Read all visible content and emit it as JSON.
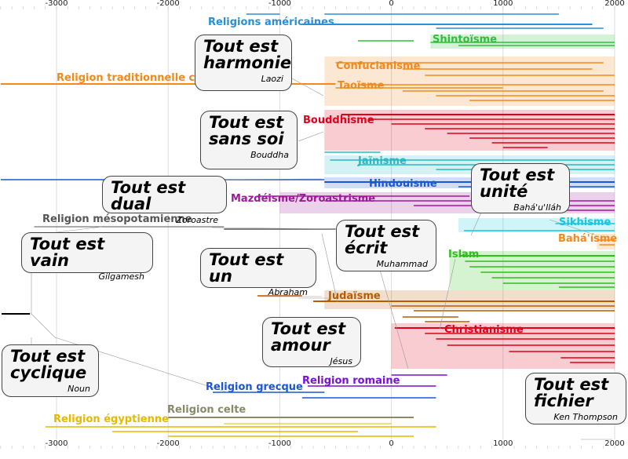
{
  "axis": {
    "major_ticks": [
      -3000,
      -2000,
      -1000,
      0,
      1000,
      2000
    ],
    "year_min": -3500,
    "year_max": 2000
  },
  "religions": [
    {
      "name": "Religions américaines",
      "color": "#2a8fd6"
    },
    {
      "name": "Shintoïsme",
      "color": "#2fbf3a"
    },
    {
      "name": "Confucianisme",
      "color": "#f08a1c"
    },
    {
      "name": "Religion traditionnelle chinoise",
      "color": "#f08a1c"
    },
    {
      "name": "Taoïsme",
      "color": "#f08a1c"
    },
    {
      "name": "Bouddhisme",
      "color": "#e0001a"
    },
    {
      "name": "Jaïnisme",
      "color": "#2ab7c4"
    },
    {
      "name": "Hindouisme",
      "color": "#1a56d6"
    },
    {
      "name": "Mazdéisme/Zoroastrisme",
      "color": "#a0189a"
    },
    {
      "name": "Religion mésopotamienne",
      "color": "#555555"
    },
    {
      "name": "Sikhisme",
      "color": "#19c6e0"
    },
    {
      "name": "Bahá'ísme",
      "color": "#f08a1c"
    },
    {
      "name": "Islam",
      "color": "#2fbf1a"
    },
    {
      "name": "Judaïsme",
      "color": "#b85c00"
    },
    {
      "name": "Christianisme",
      "color": "#e0001a"
    },
    {
      "name": "Religion romaine",
      "color": "#7a0fd6"
    },
    {
      "name": "Religion grecque",
      "color": "#1a56d6"
    },
    {
      "name": "Religion celte",
      "color": "#8a8a6a"
    },
    {
      "name": "Religion égyptienne",
      "color": "#e6b800"
    }
  ],
  "boxes": [
    {
      "motto": "Tout est\nharmonie",
      "author": "Laozi"
    },
    {
      "motto": "Tout est\nsans soi",
      "author": "Bouddha"
    },
    {
      "motto": "Tout est dual",
      "author": "Zoroastre"
    },
    {
      "motto": "Tout est\nunité",
      "author": "Bahá'u'lláh"
    },
    {
      "motto": "Tout est vain",
      "author": "Gilgamesh"
    },
    {
      "motto": "Tout est\nécrit",
      "author": "Muhammad"
    },
    {
      "motto": "Tout est un",
      "author": "Abraham"
    },
    {
      "motto": "Tout est\namour",
      "author": "Jésus"
    },
    {
      "motto": "Tout est\ncyclique",
      "author": "Noun"
    },
    {
      "motto": "Tout est\nfichier",
      "author": "Ken Thompson"
    }
  ]
}
